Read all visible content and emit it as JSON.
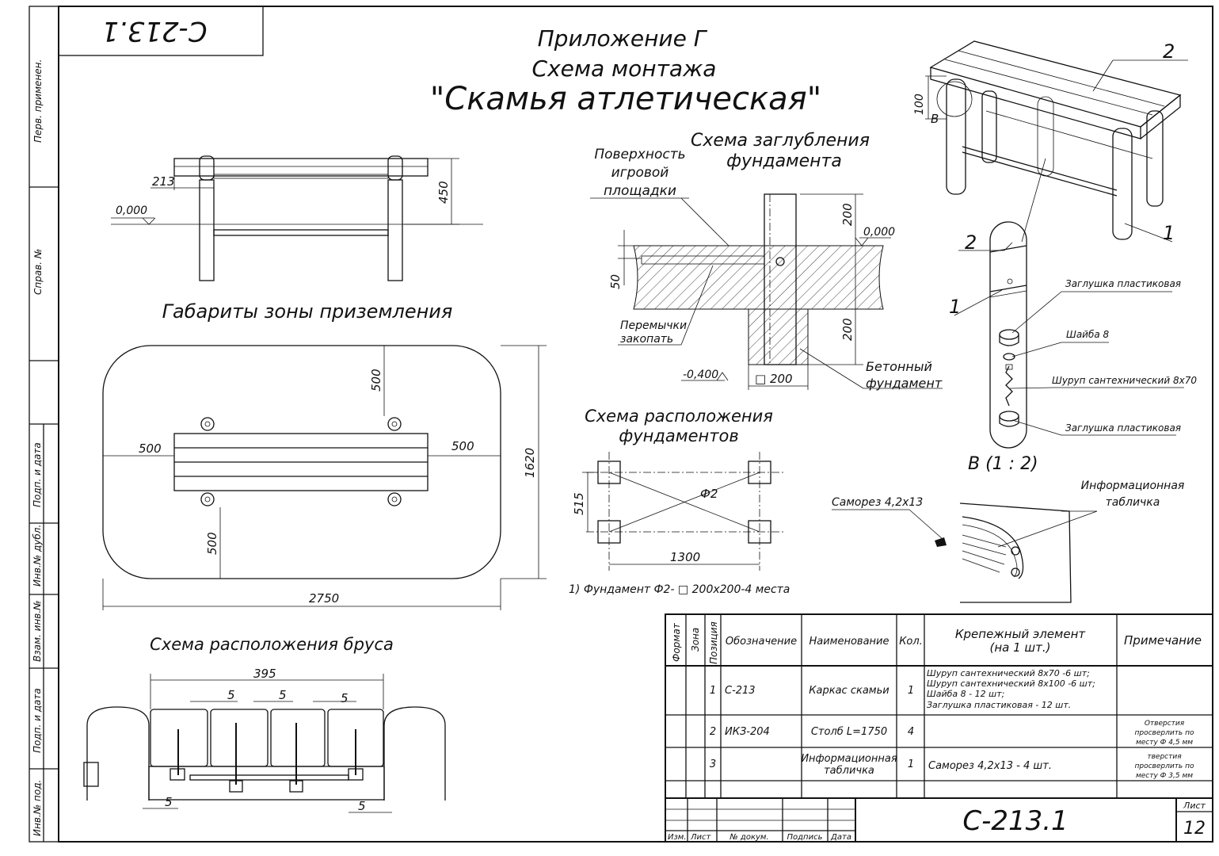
{
  "sheet_code_rotated": "С-213.1",
  "titles": {
    "appendix": "Приложение Г",
    "scheme": "Схема монтажа",
    "product": "\"Скамья атлетическая\""
  },
  "side_strip": {
    "perv_primenenie": "Перв. применен.",
    "sprav_no": "Справ. №",
    "podp_data_1": "Подп. и дата",
    "inv_dubl": "Инв.№ дубл.",
    "vzam_inv": "Взам. инв.№",
    "podp_data_2": "Подп. и дата",
    "inv_podl": "Инв.№ под."
  },
  "front_view": {
    "dim_213": "213",
    "dim_450": "450",
    "level_000": "0,000"
  },
  "landing_zone": {
    "title": "Габариты зоны приземления",
    "dim_500_top": "500",
    "dim_500_left": "500",
    "dim_500_right": "500",
    "dim_500_bottom": "500",
    "dim_1620": "1620",
    "dim_2750": "2750"
  },
  "depth_scheme": {
    "title_line1": "Схема заглубления",
    "title_line2": "фундамента",
    "surface_line1": "Поверхность",
    "surface_line2": "игровой",
    "surface_line3": "площадки",
    "jumpers_line1": "Перемычки",
    "jumpers_line2": "закопать",
    "dim_200_top": "200",
    "dim_200_bottom": "200",
    "dim_50": "50",
    "level_000": "0,000",
    "level_minus": "-0,400",
    "square_200": "□ 200",
    "concrete_line1": "Бетонный",
    "concrete_line2": "фундамент"
  },
  "foundation_layout": {
    "title_line1": "Схема расположения",
    "title_line2": "фундаментов",
    "label_f2": "Ф2",
    "dim_515": "515",
    "dim_1300": "1300",
    "note": "1) Фундамент Ф2- □ 200x200-4 места"
  },
  "iso_view": {
    "pos_2": "2",
    "pos_1": "1",
    "dim_100": "100",
    "label_b": "В"
  },
  "detail_b": {
    "pos_2": "2",
    "pos_1": "1",
    "plug_top": "Заглушка пластиковая",
    "washer": "Шайба 8",
    "screw": "Шуруп сантехнический 8х70",
    "plug_bottom": "Заглушка пластиковая",
    "caption": "В  (1 : 2)"
  },
  "info_plate": {
    "screw": "Саморез 4,2х13",
    "plate_line1": "Информационная",
    "plate_line2": "табличка"
  },
  "beam_layout": {
    "title": "Схема расположения бруса",
    "dim_395": "395",
    "gap_1": "5",
    "gap_2": "5",
    "gap_3": "5",
    "gap_left": "5",
    "gap_right": "5"
  },
  "spec_table": {
    "headers": {
      "format": "Формат",
      "zone": "Зона",
      "position": "Позиция",
      "designation": "Обозначение",
      "name": "Наименование",
      "qty": "Кол.",
      "fastener_line1": "Крепежный элемент",
      "fastener_line2": "(на 1 шт.)",
      "note": "Примечание"
    },
    "rows": [
      {
        "pos": "1",
        "designation": "С-213",
        "name": "Каркас скамьи",
        "qty": "1",
        "fastener": [
          "Шуруп сантехнический 8х70 -6 шт;",
          "Шуруп сантехнический 8х100 -6 шт;",
          "Шайба 8 - 12 шт;",
          "Заглушка пластиковая  - 12 шт."
        ],
        "note": []
      },
      {
        "pos": "2",
        "designation": "ИКЗ-204",
        "name": "Столб L=1750",
        "qty": "4",
        "fastener": [],
        "note": [
          "Отверстия",
          "просверлить по",
          "месту Ф 4,5 мм"
        ]
      },
      {
        "pos": "3",
        "designation": "",
        "name_line1": "Информационная",
        "name_line2": "табличка",
        "qty": "1",
        "fastener": [
          "Саморез 4,2х13 - 4 шт."
        ],
        "note": [
          "тверстия",
          "просверлить по",
          "месту Ф 3,5 мм"
        ]
      }
    ]
  },
  "title_block": {
    "code": "С-213.1",
    "sheet_label": "Лист",
    "sheet_no": "12",
    "izm": "Изм.",
    "list": "Лист",
    "doc_no": "№ докум.",
    "sign": "Подпись",
    "date": "Дата"
  }
}
